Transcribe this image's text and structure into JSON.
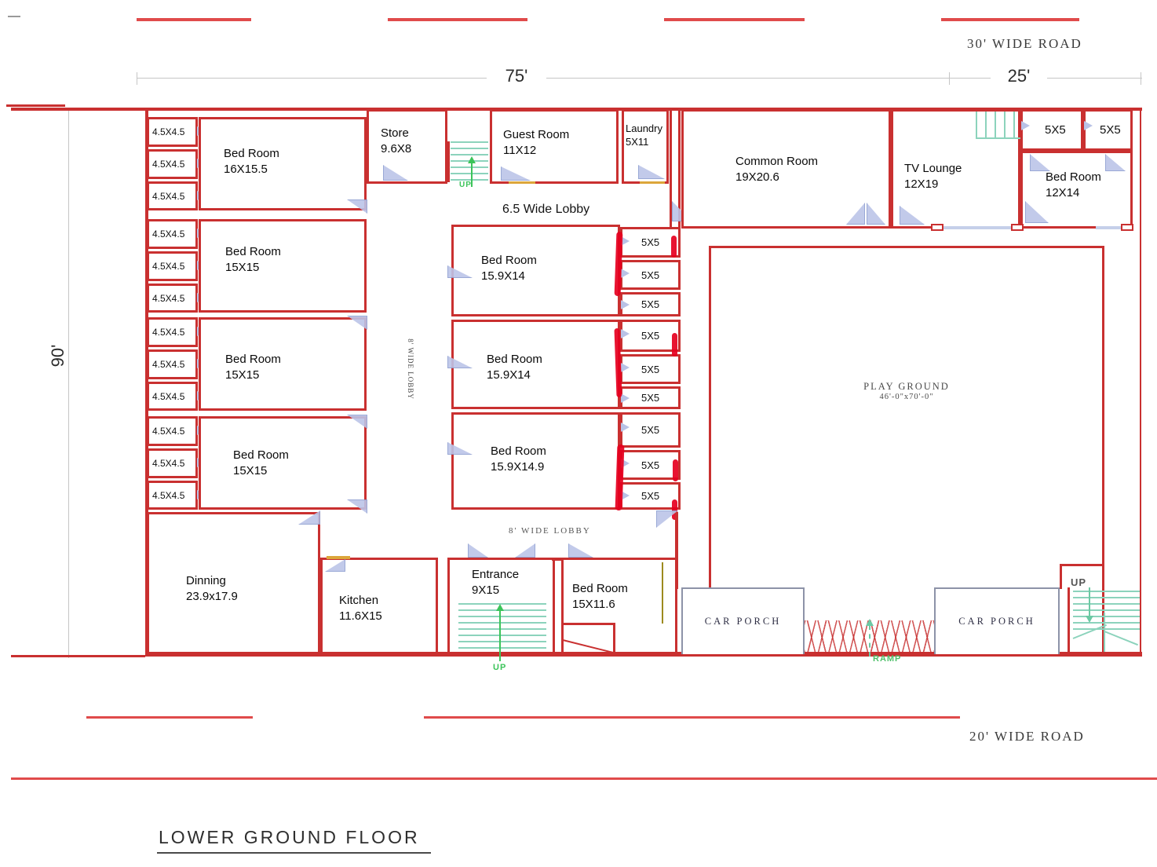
{
  "title": "LOWER GROUND FLOOR",
  "roads": {
    "top_label": "30' WIDE ROAD",
    "bottom_label": "20' WIDE ROAD"
  },
  "dimensions": {
    "top_main": "75'",
    "top_right": "25'",
    "left_side": "90'"
  },
  "lobbies": {
    "top_horizontal": "6.5 Wide Lobby",
    "vertical": "8' WIDE LOBBY",
    "bottom_horizontal": "8' WIDE LOBBY"
  },
  "stair_labels": {
    "up": "UP",
    "ramp": "RAMP"
  },
  "labels": {
    "bath_small": "4.5X4.5",
    "bath_5x5": "5X5",
    "car_porch": "CAR PORCH"
  },
  "rooms": {
    "bed_left_1": {
      "name": "Bed Room",
      "size": "16X15.5"
    },
    "bed_left_2": {
      "name": "Bed Room",
      "size": "15X15"
    },
    "bed_left_3": {
      "name": "Bed Room",
      "size": "15X15"
    },
    "bed_left_4": {
      "name": "Bed Room",
      "size": "15X15"
    },
    "store": {
      "name": "Store",
      "size": "9.6X8"
    },
    "guest": {
      "name": "Guest Room",
      "size": "11X12"
    },
    "laundry": {
      "name": "Laundry",
      "size": "5X11"
    },
    "common": {
      "name": "Common Room",
      "size": "19X20.6"
    },
    "tv_lounge": {
      "name": "TV Lounge",
      "size": "12X19"
    },
    "bed_right": {
      "name": "Bed Room",
      "size": "12X14"
    },
    "bed_mid_1": {
      "name": "Bed Room",
      "size": "15.9X14"
    },
    "bed_mid_2": {
      "name": "Bed Room",
      "size": "15.9X14"
    },
    "bed_mid_3": {
      "name": "Bed Room",
      "size": "15.9X14.9"
    },
    "dinning": {
      "name": "Dinning",
      "size": "23.9x17.9"
    },
    "kitchen": {
      "name": "Kitchen",
      "size": "11.6X15"
    },
    "entrance": {
      "name": "Entrance",
      "size": "9X15"
    },
    "bed_bottom": {
      "name": "Bed Room",
      "size": "15X11.6"
    },
    "playground": {
      "name": "PLAY GROUND",
      "size": "46'-0\"x70'-0\""
    }
  },
  "colors": {
    "wall": "#c93030",
    "stair": "#8cd3bc",
    "door": "#bcc5e8",
    "freehand_mark": "#e60020",
    "up_green": "#3cc45a"
  }
}
